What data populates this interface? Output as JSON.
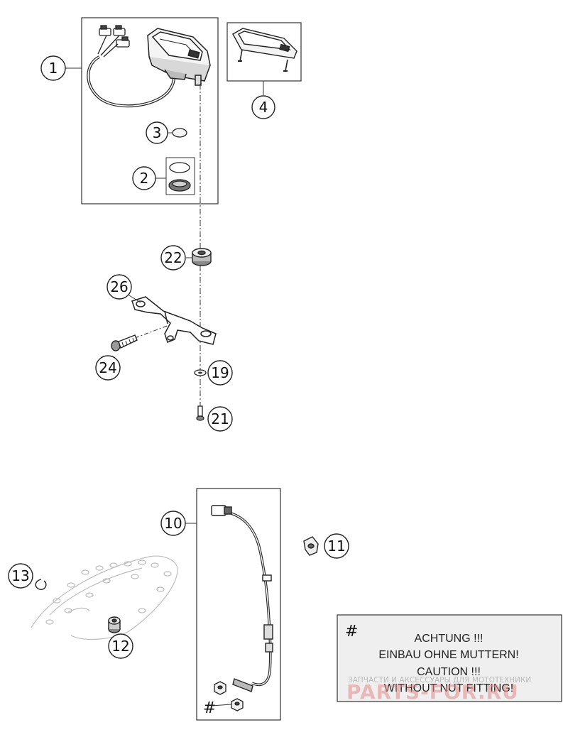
{
  "callouts": {
    "c1": "1",
    "c2": "2",
    "c3": "3",
    "c4": "4",
    "c10": "10",
    "c11": "11",
    "c12": "12",
    "c13": "13",
    "c19": "19",
    "c21": "21",
    "c22": "22",
    "c24": "24",
    "c26": "26"
  },
  "hash_mark": "#",
  "note": {
    "hash": "#",
    "line1": "ACHTUNG !!!",
    "line2": "EINBAU OHNE MUTTERN!",
    "line3": "CAUTION !!!",
    "line4": "WITHOUT NUT FITTING!"
  },
  "watermark": {
    "small": "ЗАПЧАСТИ И АКСЕССУАРЫ ДЛЯ МОТОТЕХНИКИ",
    "big": "PARTS-FOR.RU"
  }
}
